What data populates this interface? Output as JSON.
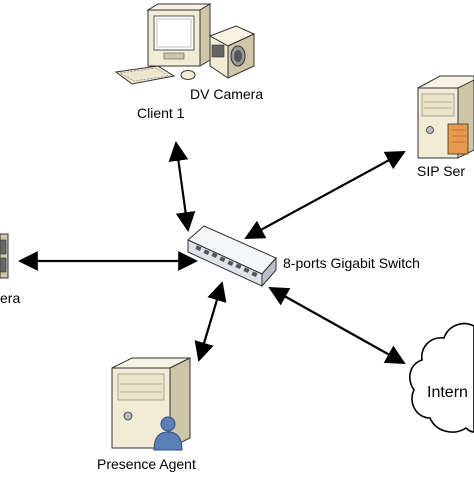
{
  "nodes": {
    "dv_camera_top": {
      "label": "DV Camera"
    },
    "client1": {
      "label": "Client 1"
    },
    "sip_server": {
      "label": "SIP Ser"
    },
    "switch": {
      "label": "8-ports Gigabit Switch"
    },
    "dv_camera_left": {
      "label": "era"
    },
    "presence_agent": {
      "label": "Presence Agent"
    },
    "internet": {
      "label": "Intern"
    }
  },
  "colors": {
    "line": "#000000",
    "beige_light": "#f2ecd6",
    "beige_dark": "#cfc6a8",
    "switch_body": "#dde3ea",
    "cloud_fill": "#ffffff",
    "orange": "#e79a4a",
    "person_blue": "#5d7fb8"
  }
}
